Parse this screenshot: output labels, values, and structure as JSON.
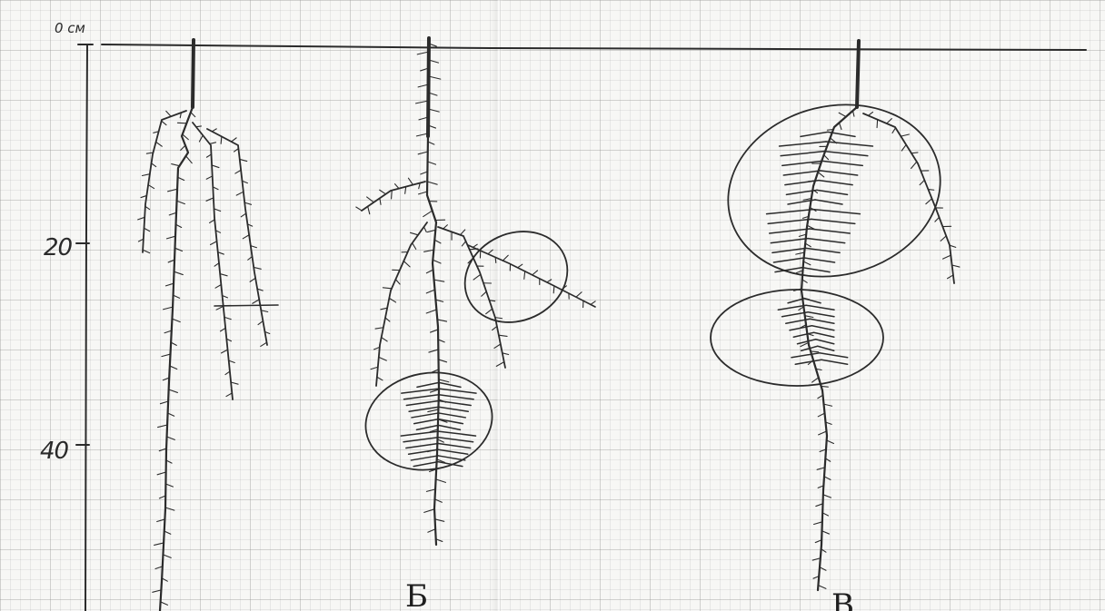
{
  "axis": {
    "zero_label": "0 см",
    "tick_20": "20",
    "tick_40": "40"
  },
  "panels": {
    "b_label": "Б",
    "v_label": "В"
  }
}
